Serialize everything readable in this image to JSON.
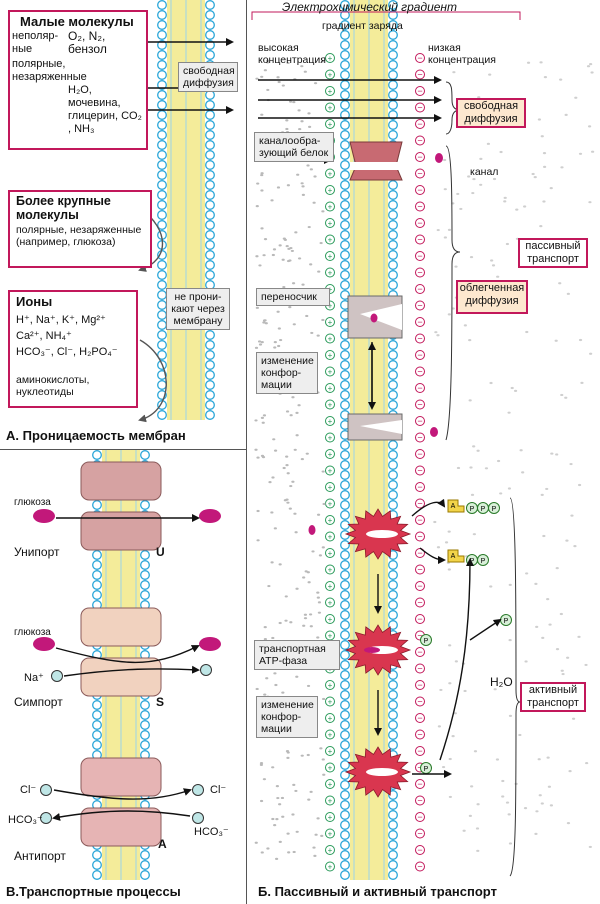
{
  "panel_a": {
    "small_molecules_title": "Малые молекулы",
    "nonpolar_label": "неполяр- ные",
    "nonpolar_examples": "O₂, N₂, бензол",
    "polar_label": "полярные, незаряженные",
    "polar_examples": "H₂O, мочевина, глицерин, CO₂ , NH₃",
    "free_diffusion": "свободная диффузия",
    "large_title": "Более крупные молекулы",
    "large_desc": "полярные, незаряженные (например, глюкоза)",
    "ions_title": "Ионы",
    "ions_list_1": "H⁺, Na⁺, K⁺, Mg²⁺",
    "ions_list_2": "Ca²⁺, NH₄⁺",
    "ions_list_3": "HCO₃⁻, Cl⁻, H₂PO₄⁻",
    "amino_label": "аминокислоты, нуклеотиды",
    "not_pass": "не прони- кают через мембрану",
    "caption": "А. Проницаемость мембран"
  },
  "panel_b": {
    "title": "Электрохимический градиент",
    "charge_gradient": "градиент заряда",
    "high_conc": "высокая концентрация",
    "low_conc": "низкая концентрация",
    "free_diffusion": "свободная диффузия",
    "channel_protein": "каналообра- зующий белок",
    "channel": "канал",
    "passive_transport": "пассивный транспорт",
    "carrier": "переносчик",
    "facilitated_diffusion": "облегченная диффузия",
    "conformation_change_1": "изменение конфор- мации",
    "transport_atpase": "транспортная АТР-фаза",
    "conformation_change_2": "изменение конфор- мации",
    "water": "H₂O",
    "active_transport": "активный транспорт",
    "caption": "Б. Пассивный и активный транспорт"
  },
  "panel_v": {
    "glucose_1": "глюкоза",
    "uniport": "Унипорт",
    "u_letter": "U",
    "glucose_2": "глюкоза",
    "na_label": "Na⁺",
    "symport": "Симпорт",
    "s_letter": "S",
    "cl_left": "Cl⁻",
    "hco3_left": "HCO₃⁻",
    "cl_right": "Cl⁻",
    "hco3_right": "HCO₃⁻",
    "antiport": "Антипорт",
    "a_letter": "A",
    "caption": "В.Транспортные процессы"
  },
  "symbols": {
    "phosphate": "P",
    "adenosine": "A",
    "plus": "+",
    "minus": "−"
  },
  "colors": {
    "frame_pink": "#c2185b",
    "label_fill": "#fde8cf",
    "lipid_blue": "#2aa6d8",
    "membrane_core": "#f4ec9a",
    "protein": "#d7a6a6",
    "atpase": "#d9364f",
    "glucose": "#c2187a"
  }
}
